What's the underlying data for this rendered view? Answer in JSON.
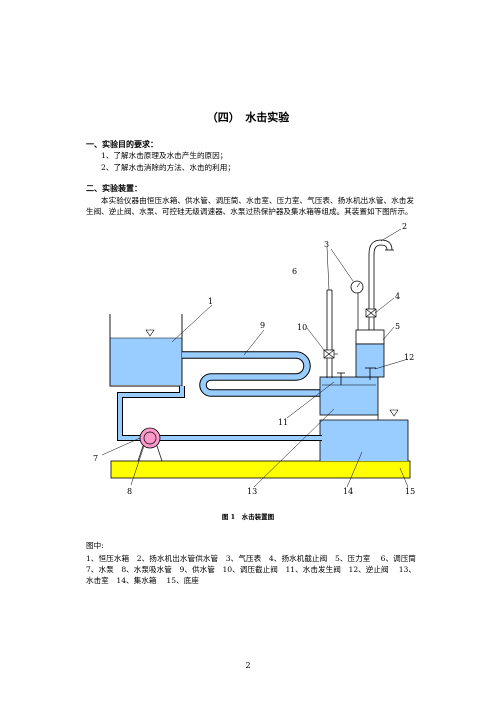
{
  "title": "（四）　水击实验",
  "section1": {
    "heading": "一、实验目的要求：",
    "items": [
      "1、了解水击原理及水击产生的原因；",
      "2、了解水击消除的方法、水击的利用；"
    ]
  },
  "section2": {
    "heading": "二、实验装置：",
    "paragraph": "本实验仪器由恒压水箱、供水管、调压筒、水击室、压力室、气压表、扬水机出水管、水击发生阀、逆止阀、水泵、可控硅无级调速器、水泵过热保护器及集水箱等组成。其装置如下图所示。"
  },
  "figure": {
    "callouts": [
      "1",
      "2",
      "3",
      "4",
      "5",
      "6",
      "7",
      "8",
      "9",
      "10",
      "11",
      "12",
      "13",
      "14",
      "15"
    ],
    "caption": "图 1　水击装置图",
    "colors": {
      "water": "#99ccff",
      "base": "#ffff00",
      "pump": "#ff99cc",
      "line": "#000000"
    }
  },
  "legend": {
    "heading": "图中:",
    "text": "1、恒压水箱　2、扬水机出水管供水管　3、气压表　4、扬水机截止阀　5、压力室　 6、调压筒　7、水泵　8、水泵吸水管　9、供水管　10、调压截止阀　11、水击发生阀　12、逆止阀　 13、水击室　14、集水箱　 15、底座"
  },
  "page_number": "2"
}
